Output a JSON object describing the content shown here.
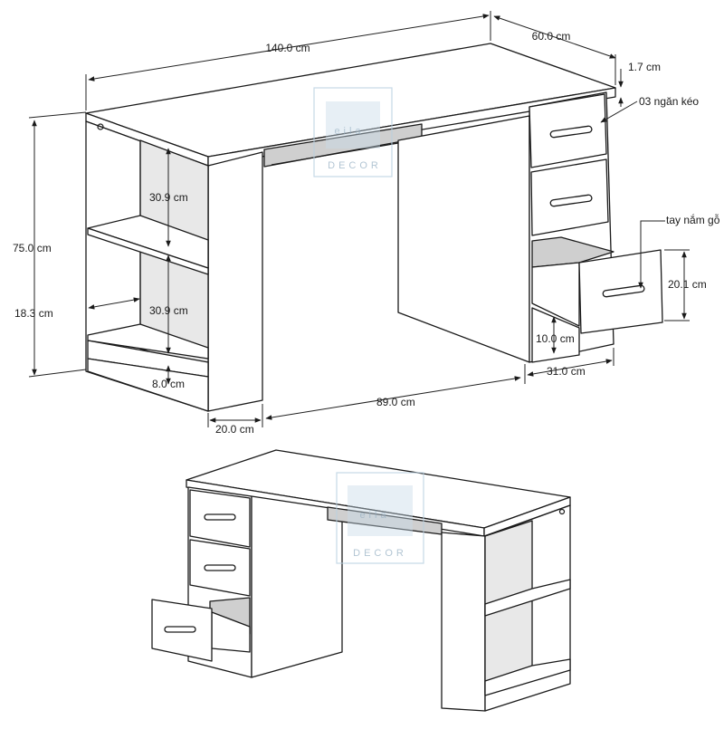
{
  "watermark": {
    "mark": "eila",
    "brand": "DECOR",
    "color": "#b8cfe0"
  },
  "dimensions": {
    "length": "140.0 cm",
    "depth": "60.0 cm",
    "top_thickness": "1.7 cm",
    "height": "75.0 cm",
    "shelf_upper": "30.9 cm",
    "shelf_lower": "30.9 cm",
    "shelf_depth": "18.3 cm",
    "plinth": "8.0 cm",
    "shelf_width": "20.0 cm",
    "knee_space": "89.0 cm",
    "drawer_unit_width": "31.0 cm",
    "drawer_height": "20.1 cm",
    "drawer_plinth": "10.0 cm"
  },
  "notes": {
    "drawers": "03 ngăn kéo",
    "handle": "tay nắm gỗ"
  },
  "colors": {
    "line": "#1a1a1a",
    "fill": "#ffffff",
    "shade": "#e8e8e8",
    "dark": "#cfcfcf"
  }
}
